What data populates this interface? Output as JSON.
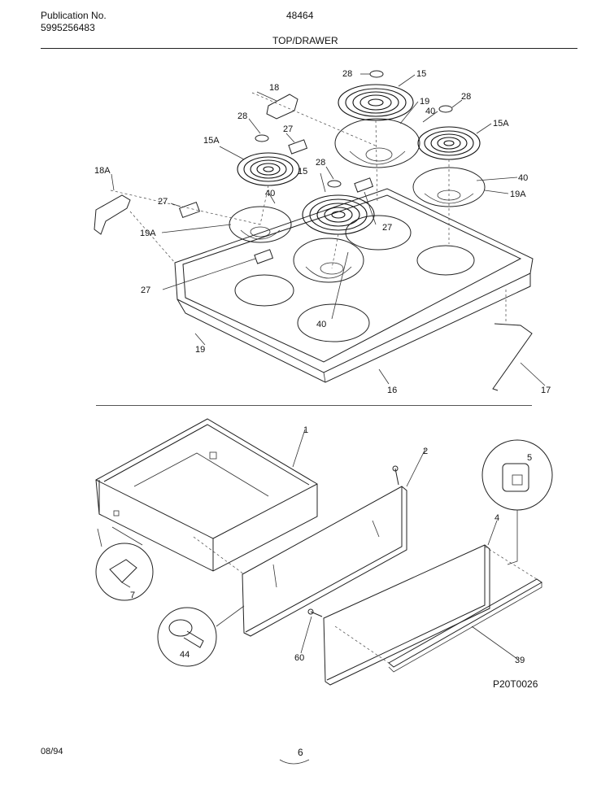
{
  "header": {
    "publication_label": "Publication No.",
    "publication_number": "5995256483",
    "model_number": "48464",
    "section_title": "TOP/DRAWER"
  },
  "figure_code": "P20T0026",
  "footer": {
    "date": "08/94",
    "page": "6"
  },
  "callouts": {
    "c28a": "28",
    "c15a": "15",
    "c18": "18",
    "c19a": "19",
    "c40a": "40",
    "c28b": "28",
    "c28c": "28",
    "c15Aa": "15A",
    "c27a": "27",
    "c15Ab": "15A",
    "c18A": "18A",
    "c28d": "28",
    "c15b": "15",
    "c40b": "40",
    "c40c": "40",
    "c19Aa": "19A",
    "c27b": "27",
    "c19Ab": "19A",
    "c27c": "27",
    "c27d": "27",
    "c40d": "40",
    "c19b": "19",
    "c16": "16",
    "c17": "17",
    "c1": "1",
    "c2": "2",
    "c5": "5",
    "c4": "4",
    "c7": "7",
    "c44": "44",
    "c60": "60",
    "c39": "39"
  }
}
